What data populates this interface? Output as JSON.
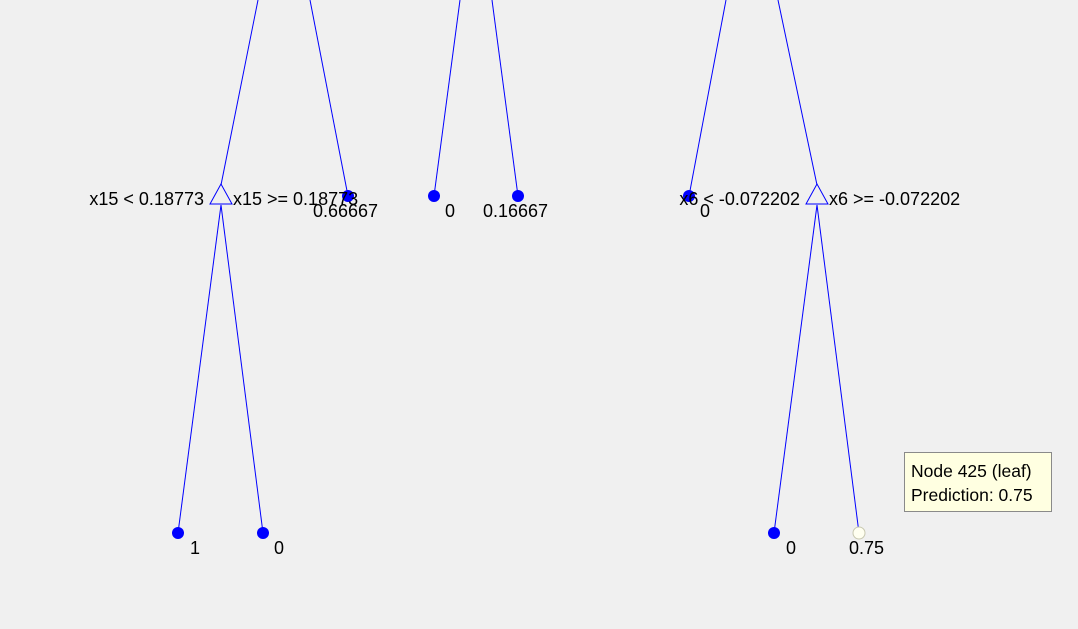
{
  "colors": {
    "edge": "#0000ff",
    "node_fill": "#0000ff",
    "selected_leaf_fill": "#fffff0",
    "background": "#f0f0f0",
    "tooltip_background": "#ffffe1"
  },
  "tree": {
    "left_branch": {
      "split_left_label": "x15 < 0.18773",
      "split_right_label": "x15 >= 0.18773",
      "upper_leaf_value": "0.66667",
      "lower_leaves": [
        "1",
        "0"
      ]
    },
    "middle_branch": {
      "leaves": [
        "0",
        "0.16667"
      ]
    },
    "right_branch": {
      "upper_leaf_value": "0",
      "split_left_label": "x6 < -0.072202",
      "split_right_label": "x6 >= -0.072202",
      "lower_leaves": [
        "0",
        "0.75"
      ]
    }
  },
  "tooltip": {
    "line1": "Node 425 (leaf)",
    "line2": "Prediction: 0.75"
  }
}
